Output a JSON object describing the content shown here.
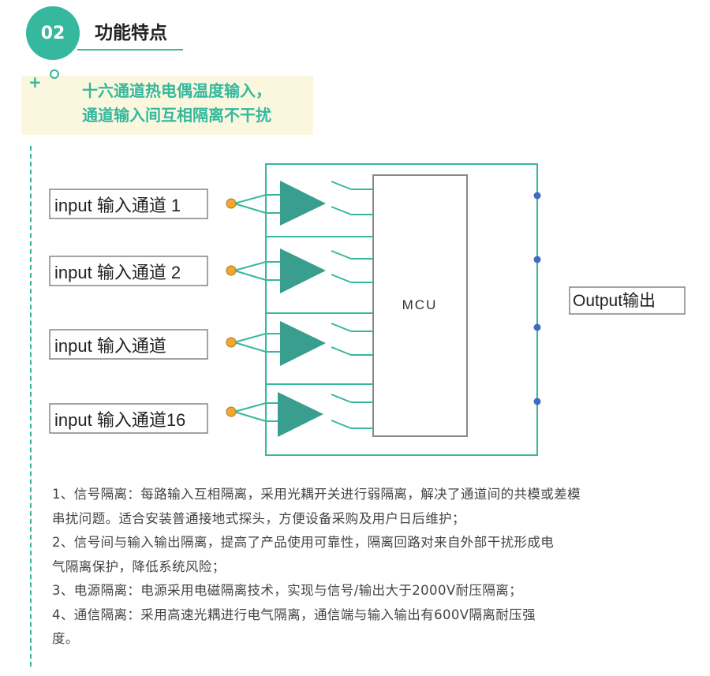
{
  "header": {
    "badge": "02",
    "title": "功能特点"
  },
  "highlight": {
    "line1": "十六通道热电偶温度输入，",
    "line2": "通道输入间互相隔离不干扰"
  },
  "diagram": {
    "inputs": [
      "input 输入通道 1",
      "input 输入通道 2",
      "input 输入通道",
      "input 输入通道16"
    ],
    "mcu": "MCU",
    "output": "Output输出"
  },
  "description": [
    "1、信号隔离：每路输入互相隔离，采用光耦开关进行弱隔离，解决了通道间的共模或差模",
    "串扰问题。适合安装普通接地式探头，方便设备采购及用户日后维护；",
    "2、信号间与输入输出隔离，提高了产品使用可靠性，隔离回路对来自外部干扰形成电",
    "气隔离保护，降低系统风险；",
    "3、电源隔离：电源采用电磁隔离技术，实现与信号/输出大于2000V耐压隔离；",
    "4、通信隔离：采用高速光耦进行电气隔离，通信端与输入输出有600V隔离耐压强",
    "度。"
  ],
  "colors": {
    "accent": "#35b89e",
    "triangle": "#3a9e8f",
    "input_dot": "#f0a830",
    "output_dot": "#3d6cc0",
    "highlight_bg": "#fbf7df"
  }
}
